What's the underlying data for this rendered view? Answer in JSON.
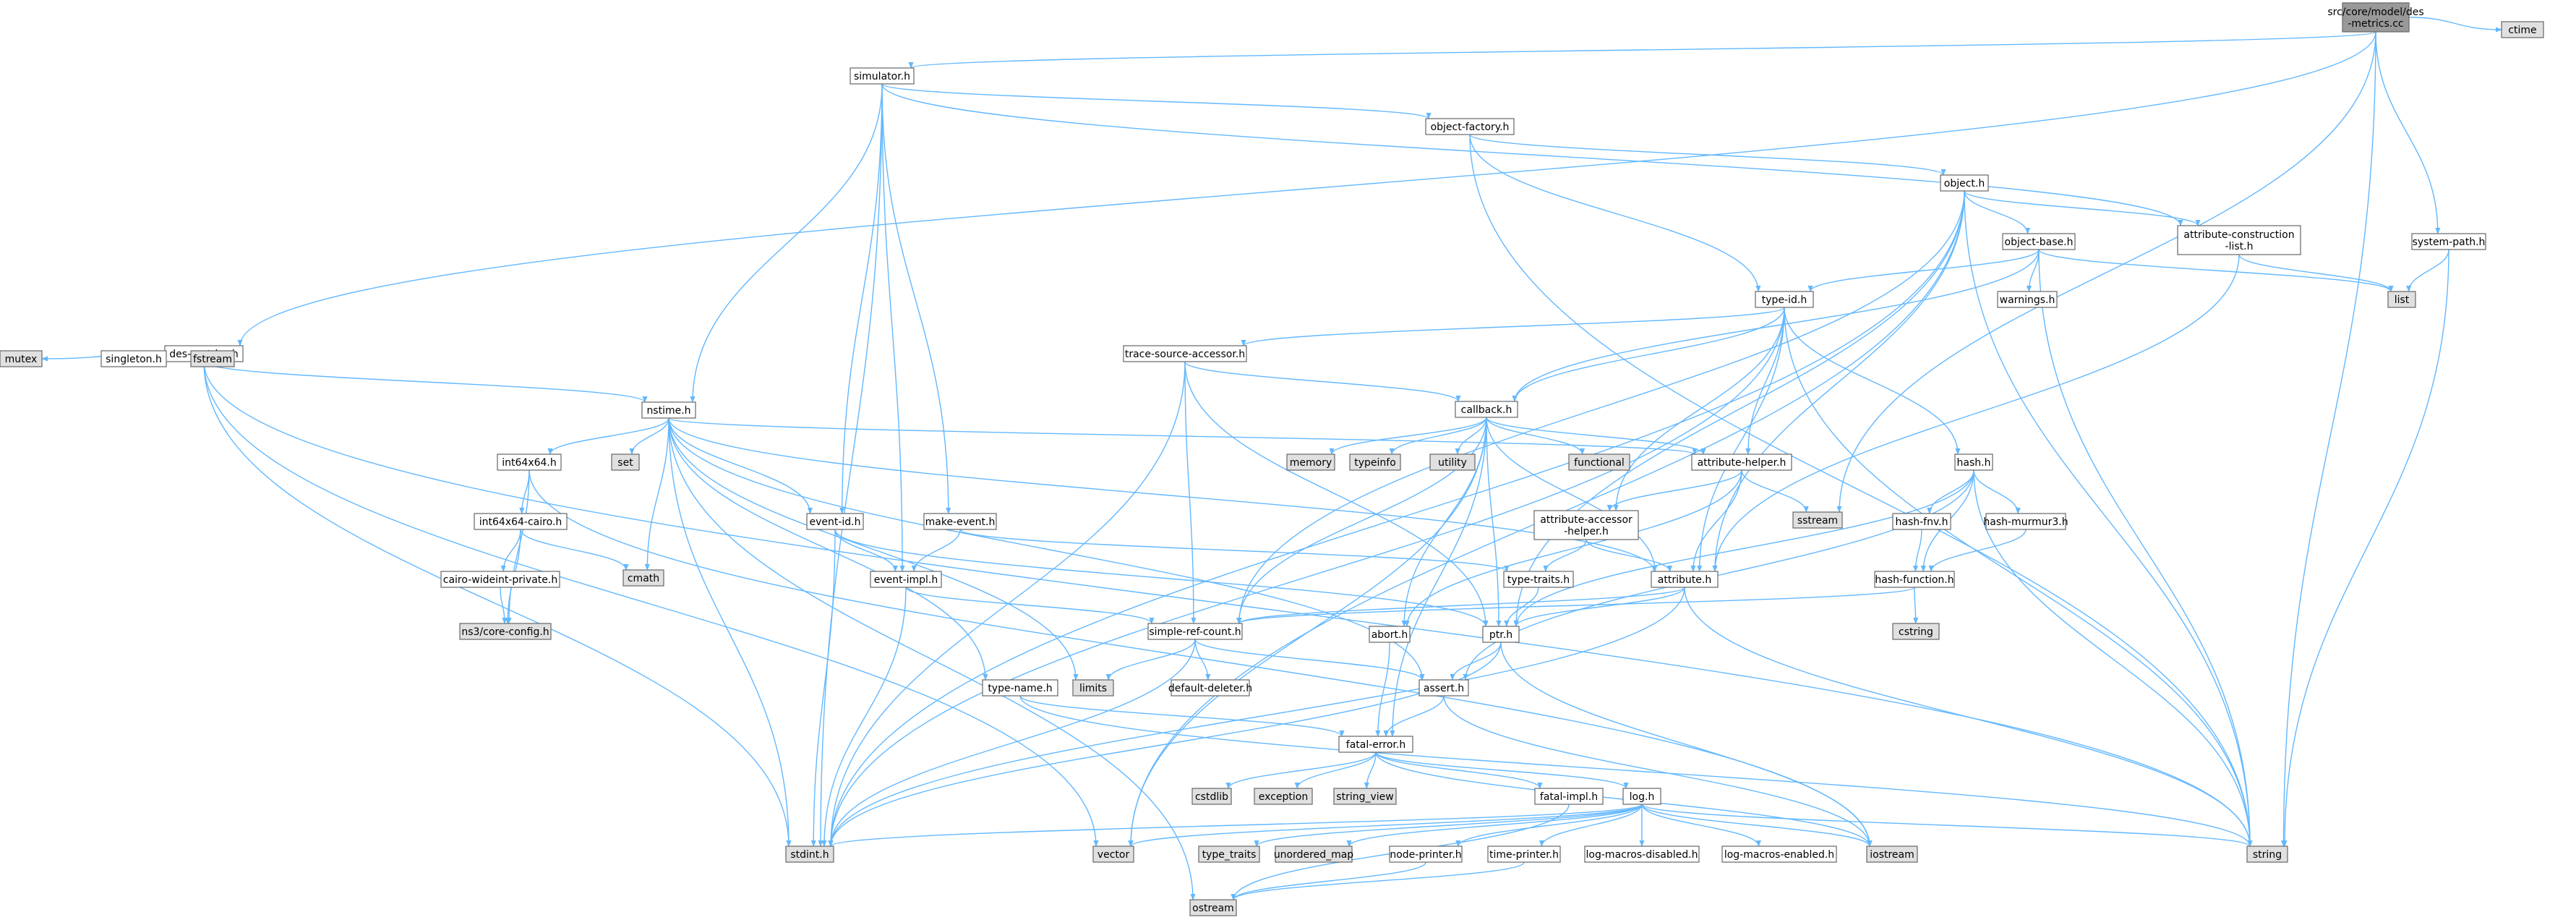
{
  "diagram": {
    "type": "include-dependency-graph",
    "colors": {
      "edge": "#63b8ff",
      "node_fill": "#ffffff",
      "root_fill": "#999999",
      "external_fill": "#e0e0e0",
      "node_border": "#666666"
    },
    "nodes": [
      {
        "id": "root",
        "lines": [
          "src/core/model/des",
          "-metrics.cc"
        ],
        "kind": "root"
      },
      {
        "id": "simulator",
        "lines": [
          "simulator.h"
        ],
        "kind": "file"
      },
      {
        "id": "ctime",
        "lines": [
          "ctime"
        ],
        "kind": "external"
      },
      {
        "id": "objectfactory",
        "lines": [
          "object-factory.h"
        ],
        "kind": "file"
      },
      {
        "id": "object",
        "lines": [
          "object.h"
        ],
        "kind": "file"
      },
      {
        "id": "objectbase",
        "lines": [
          "object-base.h"
        ],
        "kind": "file"
      },
      {
        "id": "attrconstr",
        "lines": [
          "attribute-construction",
          "-list.h"
        ],
        "kind": "file"
      },
      {
        "id": "systempath",
        "lines": [
          "system-path.h"
        ],
        "kind": "file"
      },
      {
        "id": "list",
        "lines": [
          "list"
        ],
        "kind": "external"
      },
      {
        "id": "warnings",
        "lines": [
          "warnings.h"
        ],
        "kind": "file"
      },
      {
        "id": "typeid",
        "lines": [
          "type-id.h"
        ],
        "kind": "file"
      },
      {
        "id": "desmetrics",
        "lines": [
          "des-metrics.h"
        ],
        "kind": "file"
      },
      {
        "id": "mutex",
        "lines": [
          "mutex"
        ],
        "kind": "external"
      },
      {
        "id": "singleton",
        "lines": [
          "singleton.h"
        ],
        "kind": "file"
      },
      {
        "id": "fstream",
        "lines": [
          "fstream"
        ],
        "kind": "external"
      },
      {
        "id": "tsaccessor",
        "lines": [
          "trace-source-accessor.h"
        ],
        "kind": "file"
      },
      {
        "id": "callback",
        "lines": [
          "callback.h"
        ],
        "kind": "file"
      },
      {
        "id": "nstime",
        "lines": [
          "nstime.h"
        ],
        "kind": "file"
      },
      {
        "id": "set",
        "lines": [
          "set"
        ],
        "kind": "external"
      },
      {
        "id": "memory",
        "lines": [
          "memory"
        ],
        "kind": "external"
      },
      {
        "id": "typeinfo",
        "lines": [
          "typeinfo"
        ],
        "kind": "external"
      },
      {
        "id": "utility",
        "lines": [
          "utility"
        ],
        "kind": "external"
      },
      {
        "id": "functional",
        "lines": [
          "functional"
        ],
        "kind": "external"
      },
      {
        "id": "attrhelper",
        "lines": [
          "attribute-helper.h"
        ],
        "kind": "file"
      },
      {
        "id": "hash",
        "lines": [
          "hash.h"
        ],
        "kind": "file"
      },
      {
        "id": "int64x64",
        "lines": [
          "int64x64.h"
        ],
        "kind": "file"
      },
      {
        "id": "sstream",
        "lines": [
          "sstream"
        ],
        "kind": "external"
      },
      {
        "id": "int64x64cairo",
        "lines": [
          "int64x64-cairo.h"
        ],
        "kind": "file"
      },
      {
        "id": "eventid",
        "lines": [
          "event-id.h"
        ],
        "kind": "file"
      },
      {
        "id": "makeevent",
        "lines": [
          "make-event.h"
        ],
        "kind": "file"
      },
      {
        "id": "attraccessor",
        "lines": [
          "attribute-accessor",
          "-helper.h"
        ],
        "kind": "file"
      },
      {
        "id": "hashfnv",
        "lines": [
          "hash-fnv.h"
        ],
        "kind": "file"
      },
      {
        "id": "hashmurmur3",
        "lines": [
          "hash-murmur3.h"
        ],
        "kind": "file"
      },
      {
        "id": "cmath",
        "lines": [
          "cmath"
        ],
        "kind": "external"
      },
      {
        "id": "cairowideint",
        "lines": [
          "cairo-wideint-private.h"
        ],
        "kind": "file"
      },
      {
        "id": "eventimpl",
        "lines": [
          "event-impl.h"
        ],
        "kind": "file"
      },
      {
        "id": "typetraits",
        "lines": [
          "type-traits.h"
        ],
        "kind": "file"
      },
      {
        "id": "attribute",
        "lines": [
          "attribute.h"
        ],
        "kind": "file"
      },
      {
        "id": "hashfunction",
        "lines": [
          "hash-function.h"
        ],
        "kind": "file"
      },
      {
        "id": "cstring",
        "lines": [
          "cstring"
        ],
        "kind": "external"
      },
      {
        "id": "ns3config",
        "lines": [
          "ns3/core-config.h"
        ],
        "kind": "external"
      },
      {
        "id": "simplerefcount",
        "lines": [
          "simple-ref-count.h"
        ],
        "kind": "file"
      },
      {
        "id": "abort",
        "lines": [
          "abort.h"
        ],
        "kind": "file"
      },
      {
        "id": "ptr",
        "lines": [
          "ptr.h"
        ],
        "kind": "file"
      },
      {
        "id": "limits",
        "lines": [
          "limits"
        ],
        "kind": "external"
      },
      {
        "id": "typename",
        "lines": [
          "type-name.h"
        ],
        "kind": "file"
      },
      {
        "id": "defaultdeleter",
        "lines": [
          "default-deleter.h"
        ],
        "kind": "file"
      },
      {
        "id": "assert",
        "lines": [
          "assert.h"
        ],
        "kind": "file"
      },
      {
        "id": "fatalerror",
        "lines": [
          "fatal-error.h"
        ],
        "kind": "file"
      },
      {
        "id": "cstdlib",
        "lines": [
          "cstdlib"
        ],
        "kind": "external"
      },
      {
        "id": "exception",
        "lines": [
          "exception"
        ],
        "kind": "external"
      },
      {
        "id": "stringview",
        "lines": [
          "string_view"
        ],
        "kind": "external"
      },
      {
        "id": "fatalimpl",
        "lines": [
          "fatal-impl.h"
        ],
        "kind": "file"
      },
      {
        "id": "log",
        "lines": [
          "log.h"
        ],
        "kind": "file"
      },
      {
        "id": "stdint",
        "lines": [
          "stdint.h"
        ],
        "kind": "external"
      },
      {
        "id": "vector",
        "lines": [
          "vector"
        ],
        "kind": "external"
      },
      {
        "id": "type_traits",
        "lines": [
          "type_traits"
        ],
        "kind": "external"
      },
      {
        "id": "unordered_map",
        "lines": [
          "unordered_map"
        ],
        "kind": "external"
      },
      {
        "id": "nodeprinter",
        "lines": [
          "node-printer.h"
        ],
        "kind": "file"
      },
      {
        "id": "timeprinter",
        "lines": [
          "time-printer.h"
        ],
        "kind": "file"
      },
      {
        "id": "logmacrosdisabled",
        "lines": [
          "log-macros-disabled.h"
        ],
        "kind": "file"
      },
      {
        "id": "logmacrosenabled",
        "lines": [
          "log-macros-enabled.h"
        ],
        "kind": "file"
      },
      {
        "id": "iostream",
        "lines": [
          "iostream"
        ],
        "kind": "external"
      },
      {
        "id": "string",
        "lines": [
          "string"
        ],
        "kind": "external"
      },
      {
        "id": "ostream",
        "lines": [
          "ostream"
        ],
        "kind": "external"
      }
    ],
    "edges": [
      [
        "root",
        "simulator"
      ],
      [
        "root",
        "ctime"
      ],
      [
        "root",
        "desmetrics"
      ],
      [
        "root",
        "systempath"
      ],
      [
        "root",
        "string"
      ],
      [
        "root",
        "sstream"
      ],
      [
        "simulator",
        "objectfactory"
      ],
      [
        "simulator",
        "nstime"
      ],
      [
        "simulator",
        "eventid"
      ],
      [
        "simulator",
        "eventimpl"
      ],
      [
        "simulator",
        "makeevent"
      ],
      [
        "simulator",
        "stdint"
      ],
      [
        "simulator",
        "attrconstr"
      ],
      [
        "objectfactory",
        "object"
      ],
      [
        "objectfactory",
        "typeid"
      ],
      [
        "objectfactory",
        "string"
      ],
      [
        "object",
        "objectbase"
      ],
      [
        "object",
        "attrconstr"
      ],
      [
        "object",
        "simplerefcount"
      ],
      [
        "object",
        "ptr"
      ],
      [
        "object",
        "attribute"
      ],
      [
        "object",
        "stdint"
      ],
      [
        "object",
        "string"
      ],
      [
        "object",
        "vector"
      ],
      [
        "objectbase",
        "typeid"
      ],
      [
        "objectbase",
        "warnings"
      ],
      [
        "objectbase",
        "list"
      ],
      [
        "objectbase",
        "callback"
      ],
      [
        "objectbase",
        "string"
      ],
      [
        "attrconstr",
        "list"
      ],
      [
        "attrconstr",
        "attribute"
      ],
      [
        "systempath",
        "list"
      ],
      [
        "systempath",
        "string"
      ],
      [
        "typeid",
        "tsaccessor"
      ],
      [
        "typeid",
        "callback"
      ],
      [
        "typeid",
        "attrhelper"
      ],
      [
        "typeid",
        "hash"
      ],
      [
        "typeid",
        "attraccessor"
      ],
      [
        "typeid",
        "attribute"
      ],
      [
        "typeid",
        "stdint"
      ],
      [
        "typeid",
        "string"
      ],
      [
        "desmetrics",
        "mutex"
      ],
      [
        "desmetrics",
        "singleton"
      ],
      [
        "desmetrics",
        "fstream"
      ],
      [
        "desmetrics",
        "nstime"
      ],
      [
        "desmetrics",
        "stdint"
      ],
      [
        "desmetrics",
        "string"
      ],
      [
        "desmetrics",
        "vector"
      ],
      [
        "tsaccessor",
        "callback"
      ],
      [
        "tsaccessor",
        "ptr"
      ],
      [
        "tsaccessor",
        "simplerefcount"
      ],
      [
        "tsaccessor",
        "stdint"
      ],
      [
        "callback",
        "memory"
      ],
      [
        "callback",
        "typeinfo"
      ],
      [
        "callback",
        "utility"
      ],
      [
        "callback",
        "functional"
      ],
      [
        "callback",
        "attrhelper"
      ],
      [
        "callback",
        "attribute"
      ],
      [
        "callback",
        "simplerefcount"
      ],
      [
        "callback",
        "ptr"
      ],
      [
        "callback",
        "fatalerror"
      ],
      [
        "callback",
        "abort"
      ],
      [
        "callback",
        "vector"
      ],
      [
        "nstime",
        "set"
      ],
      [
        "nstime",
        "int64x64"
      ],
      [
        "nstime",
        "eventid"
      ],
      [
        "nstime",
        "attrhelper"
      ],
      [
        "nstime",
        "attribute"
      ],
      [
        "nstime",
        "typename"
      ],
      [
        "nstime",
        "assert"
      ],
      [
        "nstime",
        "cmath"
      ],
      [
        "nstime",
        "limits"
      ],
      [
        "nstime",
        "ostream"
      ],
      [
        "nstime",
        "stdint"
      ],
      [
        "attrhelper",
        "attraccessor"
      ],
      [
        "attrhelper",
        "attribute"
      ],
      [
        "attrhelper",
        "sstream"
      ],
      [
        "attrhelper",
        "abort"
      ],
      [
        "hash",
        "hashfnv"
      ],
      [
        "hash",
        "hashmurmur3"
      ],
      [
        "hash",
        "hashfunction"
      ],
      [
        "hash",
        "assert"
      ],
      [
        "hash",
        "ptr"
      ],
      [
        "hash",
        "string"
      ],
      [
        "int64x64",
        "int64x64cairo"
      ],
      [
        "int64x64",
        "ns3config"
      ],
      [
        "int64x64",
        "iostream"
      ],
      [
        "int64x64cairo",
        "cairowideint"
      ],
      [
        "int64x64cairo",
        "cmath"
      ],
      [
        "int64x64cairo",
        "ns3config"
      ],
      [
        "cairowideint",
        "ns3config"
      ],
      [
        "eventid",
        "eventimpl"
      ],
      [
        "eventid",
        "ptr"
      ],
      [
        "eventid",
        "stdint"
      ],
      [
        "makeevent",
        "eventimpl"
      ],
      [
        "makeevent",
        "typetraits"
      ],
      [
        "attraccessor",
        "typetraits"
      ],
      [
        "attraccessor",
        "attribute"
      ],
      [
        "hashfnv",
        "hashfunction"
      ],
      [
        "hashmurmur3",
        "hashfunction"
      ],
      [
        "eventimpl",
        "simplerefcount"
      ],
      [
        "eventimpl",
        "stdint"
      ],
      [
        "typetraits",
        "ptr"
      ],
      [
        "attribute",
        "ptr"
      ],
      [
        "attribute",
        "simplerefcount"
      ],
      [
        "attribute",
        "string"
      ],
      [
        "attribute",
        "stdint"
      ],
      [
        "hashfunction",
        "simplerefcount"
      ],
      [
        "hashfunction",
        "cstring"
      ],
      [
        "simplerefcount",
        "assert"
      ],
      [
        "simplerefcount",
        "defaultdeleter"
      ],
      [
        "simplerefcount",
        "limits"
      ],
      [
        "simplerefcount",
        "stdint"
      ],
      [
        "abort",
        "fatalerror"
      ],
      [
        "ptr",
        "assert"
      ],
      [
        "ptr",
        "iostream"
      ],
      [
        "ptr",
        "stdint"
      ],
      [
        "typename",
        "fatalerror"
      ],
      [
        "typename",
        "string"
      ],
      [
        "assert",
        "fatalerror"
      ],
      [
        "assert",
        "iostream"
      ],
      [
        "fatalerror",
        "cstdlib"
      ],
      [
        "fatalerror",
        "exception"
      ],
      [
        "fatalerror",
        "stringview"
      ],
      [
        "fatalerror",
        "fatalimpl"
      ],
      [
        "fatalerror",
        "log"
      ],
      [
        "fatalerror",
        "iostream"
      ],
      [
        "fatalimpl",
        "ostream"
      ],
      [
        "log",
        "stdint"
      ],
      [
        "log",
        "vector"
      ],
      [
        "log",
        "type_traits"
      ],
      [
        "log",
        "unordered_map"
      ],
      [
        "log",
        "nodeprinter"
      ],
      [
        "log",
        "timeprinter"
      ],
      [
        "log",
        "logmacrosdisabled"
      ],
      [
        "log",
        "logmacrosenabled"
      ],
      [
        "log",
        "iostream"
      ],
      [
        "log",
        "string"
      ],
      [
        "nodeprinter",
        "ostream"
      ],
      [
        "timeprinter",
        "ostream"
      ]
    ]
  }
}
